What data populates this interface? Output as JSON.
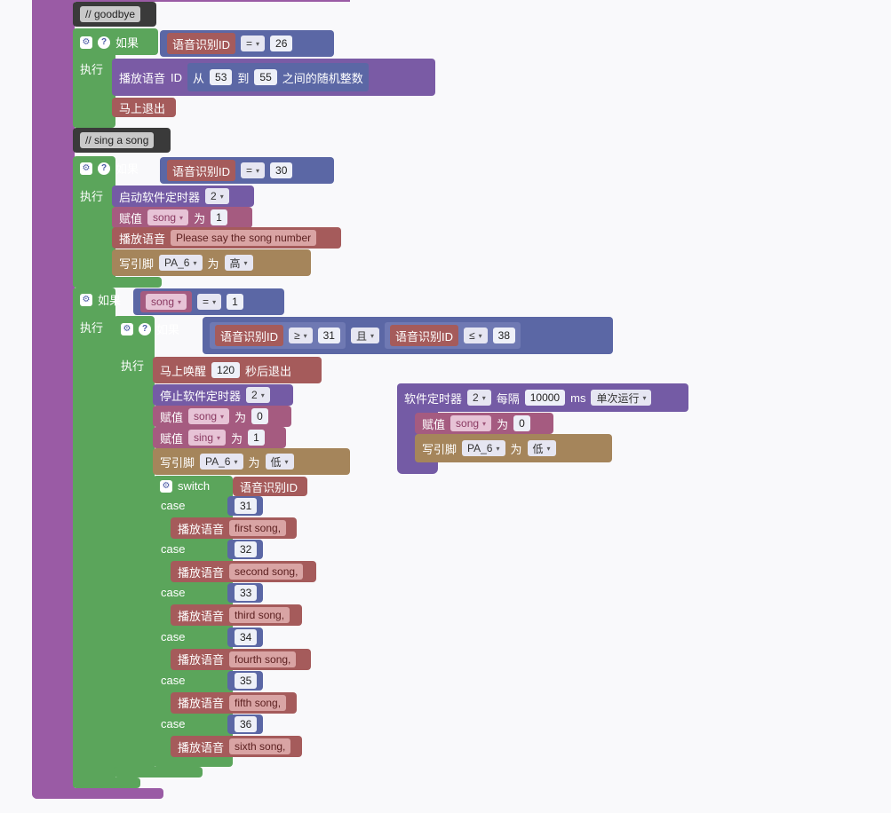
{
  "labels": {
    "if": "如果",
    "do": "执行",
    "play": "播放语音",
    "play_id": "ID",
    "random_from": "从",
    "random_to": "到",
    "random_between": "之间的随机整数",
    "exit_now": "马上退出",
    "start_timer": "启动软件定时器",
    "assign": "赋值",
    "to": "为",
    "write_pin": "写引脚",
    "wake_exit": "马上唤醒",
    "wake_suffix": "秒后退出",
    "stop_timer": "停止软件定时器",
    "switch": "switch",
    "case": "case",
    "and": "且",
    "soft_timer": "软件定时器",
    "every": "每隔",
    "ms": "ms"
  },
  "comments": [
    "// goodbye",
    "// sing a song"
  ],
  "voice_id": "语音识别ID",
  "block1": {
    "op": "=",
    "value": "26",
    "from": "53",
    "to_val": "55"
  },
  "block2": {
    "op": "=",
    "value": "30",
    "timer": "2",
    "var": "song",
    "var_val": "1",
    "speech": "Please say the song number",
    "pin": "PA_6",
    "level": "高"
  },
  "block3": {
    "var": "song",
    "op": "=",
    "value": "1",
    "cond1_op": "≥",
    "cond1_val": "31",
    "cond2_op": "≤",
    "cond2_val": "38",
    "wake_secs": "120",
    "timer": "2",
    "assign1_var": "song",
    "assign1_val": "0",
    "assign2_var": "sing",
    "assign2_val": "1",
    "pin": "PA_6",
    "level": "低",
    "cases": [
      {
        "num": "31",
        "text": "first song,"
      },
      {
        "num": "32",
        "text": "second song,"
      },
      {
        "num": "33",
        "text": "third song,"
      },
      {
        "num": "34",
        "text": "fourth song,"
      },
      {
        "num": "35",
        "text": "fifth song,"
      },
      {
        "num": "36",
        "text": "sixth song,"
      }
    ]
  },
  "timer_block": {
    "id": "2",
    "interval": "10000",
    "mode": "单次运行",
    "var": "song",
    "val": "0",
    "pin": "PA_6",
    "level": "低"
  },
  "icons": {
    "gear": "gear-icon",
    "help": "help-icon",
    "dropdown": "dropdown-arrow-icon"
  }
}
